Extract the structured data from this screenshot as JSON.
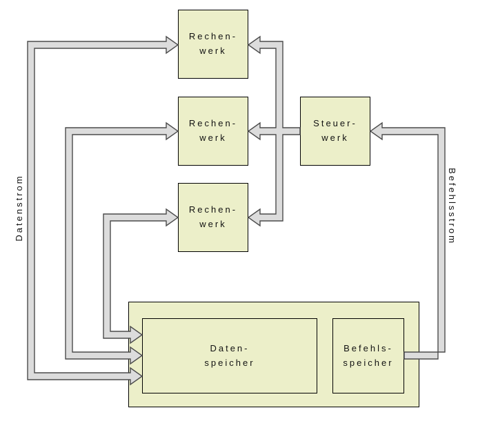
{
  "diagram": {
    "type": "architecture-block-diagram",
    "description": "SIMD processor architecture with multiple arithmetic units, one control unit, data memory and instruction memory",
    "nodes": {
      "rechenwerk_top": {
        "label": "Rechen-\nwerk"
      },
      "rechenwerk_middle": {
        "label": "Rechen-\nwerk"
      },
      "rechenwerk_bottom": {
        "label": "Rechen-\nwerk"
      },
      "steuerwerk": {
        "label": "Steuer-\nwerk"
      },
      "memory_container": {
        "label": ""
      },
      "datenspeicher": {
        "label": "Daten-\nspeicher"
      },
      "befehlsspeicher": {
        "label": "Befehls-\nspeicher"
      }
    },
    "labels": {
      "datenstrom": "Datenstrom",
      "befehlsstrom": "Befehlsstrom"
    },
    "edges": [
      {
        "from": "datenspeicher",
        "to": "rechenwerk_top",
        "direction": "both",
        "stream": "Datenstrom"
      },
      {
        "from": "datenspeicher",
        "to": "rechenwerk_middle",
        "direction": "both",
        "stream": "Datenstrom"
      },
      {
        "from": "datenspeicher",
        "to": "rechenwerk_bottom",
        "direction": "both",
        "stream": "Datenstrom"
      },
      {
        "from": "steuerwerk",
        "to": "rechenwerk_top",
        "direction": "one-way"
      },
      {
        "from": "steuerwerk",
        "to": "rechenwerk_middle",
        "direction": "one-way"
      },
      {
        "from": "steuerwerk",
        "to": "rechenwerk_bottom",
        "direction": "one-way"
      },
      {
        "from": "befehlsspeicher",
        "to": "steuerwerk",
        "direction": "one-way",
        "stream": "Befehlsstrom"
      }
    ],
    "colors": {
      "node_fill": "#ecefc9",
      "node_border": "#000000",
      "arrow_fill": "#dcdcdc",
      "arrow_outline": "#4b4b4b"
    }
  }
}
